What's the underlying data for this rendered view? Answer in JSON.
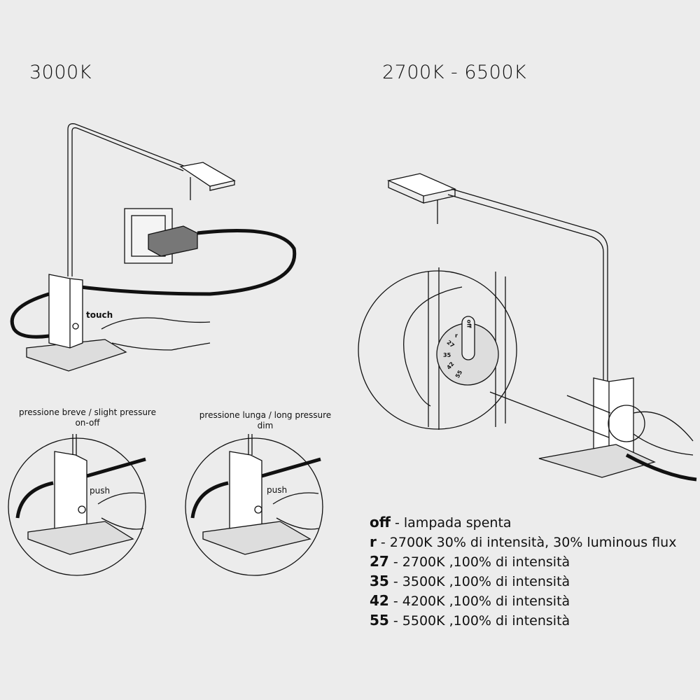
{
  "left_title": "3000K",
  "right_title": "2700K - 6500K",
  "touch_label": "touch",
  "short_press": {
    "caption": "pressione breve / slight pressure",
    "action": "on-off",
    "push": "push"
  },
  "long_press": {
    "caption": "pressione lunga / long pressure",
    "action": "dim",
    "push": "push"
  },
  "dial_labels": [
    "off",
    "r",
    "27",
    "35",
    "42",
    "55"
  ],
  "legend": [
    {
      "key": "off",
      "text": " - lampada spenta"
    },
    {
      "key": "r",
      "text": " - 2700K 30% di intensità, 30% luminous flux"
    },
    {
      "key": "27",
      "text": " - 2700K ,100% di intensità"
    },
    {
      "key": "35",
      "text": " - 3500K ,100% di intensità"
    },
    {
      "key": "42",
      "text": " - 4200K ,100% di intensità"
    },
    {
      "key": "55",
      "text": " - 5500K ,100% di intensità"
    }
  ]
}
